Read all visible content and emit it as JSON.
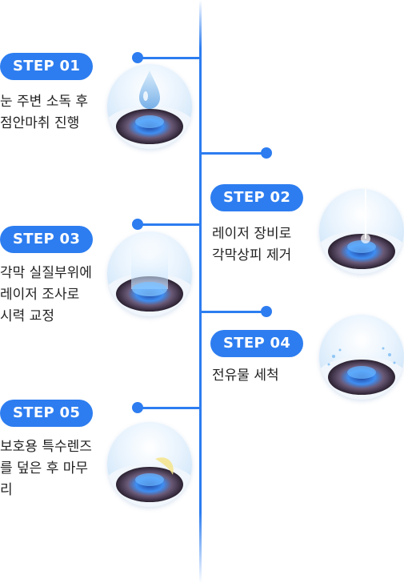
{
  "steps": [
    {
      "badge": "STEP 01",
      "desc": "눈 주변 소독 후\n점안마취 진행",
      "image": "eye-anesthetic-drop"
    },
    {
      "badge": "STEP 02",
      "desc": "레이저 장비로\n각막상피 제거",
      "image": "eye-laser-epithelium-removal"
    },
    {
      "badge": "STEP 03",
      "desc": "각막 실질부위에\n레이저 조사로\n시력 교정",
      "image": "eye-laser-irradiation"
    },
    {
      "badge": "STEP 04",
      "desc": "전유물 세척",
      "image": "eye-rinse"
    },
    {
      "badge": "STEP 05",
      "desc": "보호용 특수렌즈\n를 덮은 후 마무\n리",
      "image": "eye-protective-lens"
    }
  ],
  "colors": {
    "accent": "#2d7df0",
    "iris": "#5a4658",
    "cornea_glow": "#3f8ef2"
  }
}
